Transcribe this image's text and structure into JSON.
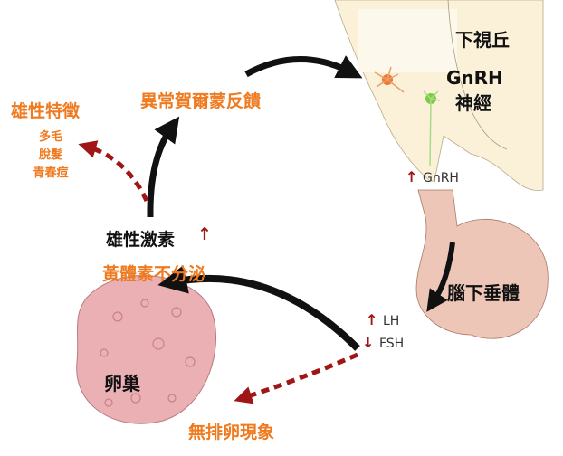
{
  "labels": {
    "hypothalamus": "下視丘",
    "gnrh_neuron_line1": "GnRH",
    "gnrh_neuron_line2": "神經",
    "gnrh_level": "GnRH",
    "pituitary": "腦下垂體",
    "lh": "LH",
    "fsh": "FSH",
    "ovary": "卵巢",
    "anovulation": "無排卵現象",
    "androgen": "雄性激素",
    "no_progesterone": "黃體素不分泌",
    "abnormal_feedback": "異常賀爾蒙反饋",
    "male_traits": "雄性特徵",
    "symptoms": [
      "多毛",
      "脫髮",
      "青春痘"
    ]
  },
  "indicators": {
    "up": "↑",
    "down": "↓"
  },
  "colors": {
    "accent": "#ef7a1f",
    "dark_red": "#a01515",
    "arrow": "#111111"
  }
}
